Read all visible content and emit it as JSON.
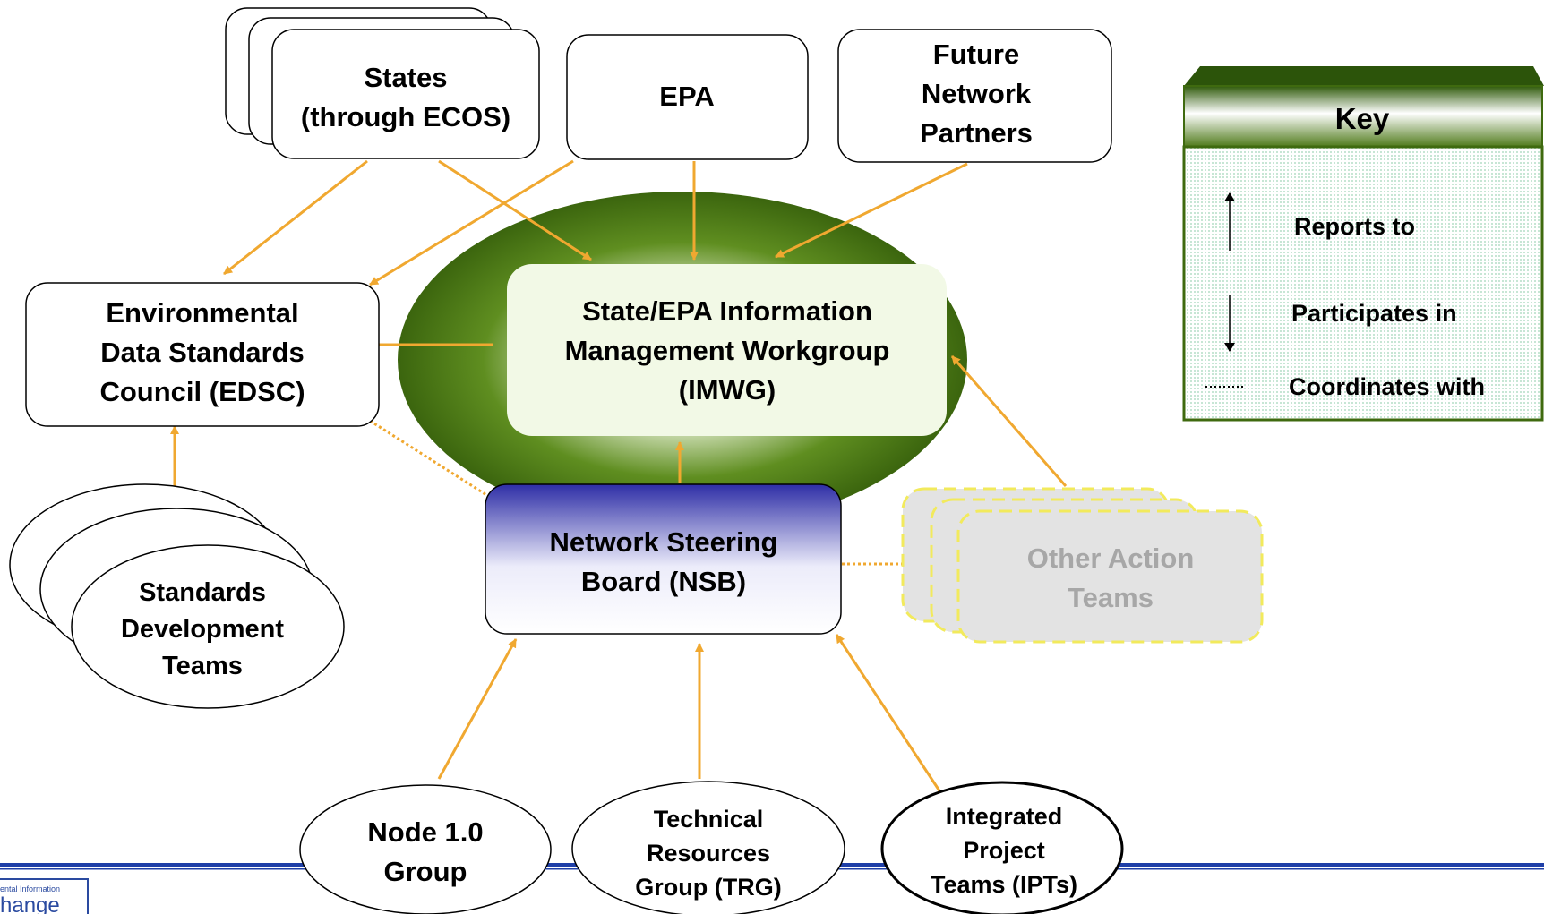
{
  "nodes": {
    "states": {
      "lines": [
        "States",
        "(through ECOS)"
      ]
    },
    "epa": {
      "lines": [
        "EPA"
      ]
    },
    "future": {
      "lines": [
        "Future",
        "Network",
        "Partners"
      ]
    },
    "imwg": {
      "lines": [
        "State/EPA Information",
        "Management Workgroup",
        "(IMWG)"
      ]
    },
    "edsc": {
      "lines": [
        "Environmental",
        "Data Standards",
        "Council (EDSC)"
      ]
    },
    "nsb": {
      "lines": [
        "Network Steering",
        "Board (NSB)"
      ]
    },
    "other": {
      "lines": [
        "Other Action",
        "Teams"
      ]
    },
    "sdt": {
      "lines": [
        "Standards",
        "Development",
        "Teams"
      ]
    },
    "node": {
      "lines": [
        "Node 1.0",
        "Group"
      ]
    },
    "trg": {
      "lines": [
        "Technical",
        "Resources",
        "Group (TRG)"
      ]
    },
    "ipt": {
      "lines": [
        "Integrated",
        "Project",
        "Teams (IPTs)"
      ]
    }
  },
  "key": {
    "title": "Key",
    "reports_to": "Reports to",
    "participates_in": "Participates in",
    "coordinates_with": "Coordinates with"
  },
  "logo": {
    "line1": "ental Information",
    "line2": "hange"
  },
  "colors": {
    "arrow": "#f0a830",
    "green_dark": "#3f6a0f",
    "nsb_blue": "#3a3ab8",
    "other_gray": "#a7a7a7",
    "other_dash": "#f2ea5c",
    "footer_blue": "#1f3fa8"
  }
}
